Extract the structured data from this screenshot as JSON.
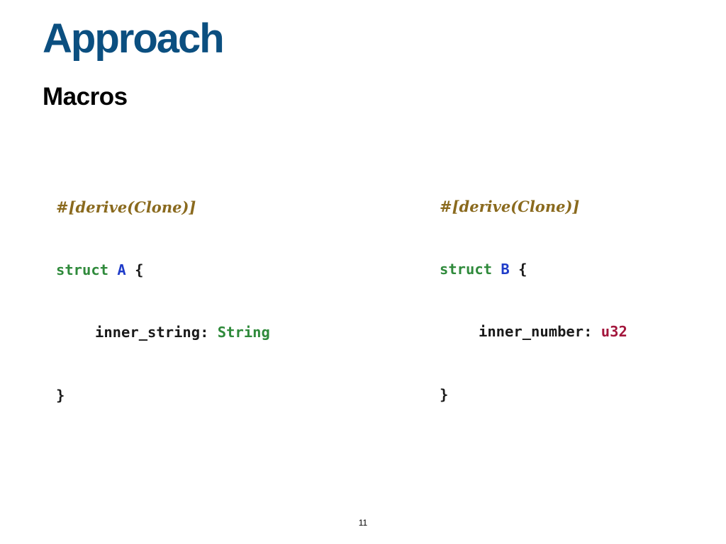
{
  "slide": {
    "title": "Approach",
    "subtitle": "Macros",
    "page_number": "11",
    "colors": {
      "title": "#0b4f80",
      "attribute": "#8a6a1e",
      "keyword": "#2f8a3b",
      "type_name": "#1f3cc9",
      "builtin_string": "#2f8a3b",
      "builtin_u32": "#a3163c"
    }
  },
  "code_left": {
    "attribute": "#[derive(Clone)]",
    "keyword": "struct",
    "name": "A",
    "open_brace": "{",
    "field_name": "inner_string:",
    "field_type": "String",
    "close_brace": "}"
  },
  "code_right": {
    "attribute": "#[derive(Clone)]",
    "keyword": "struct",
    "name": "B",
    "open_brace": "{",
    "field_name": "inner_number:",
    "field_type": "u32",
    "close_brace": "}"
  }
}
